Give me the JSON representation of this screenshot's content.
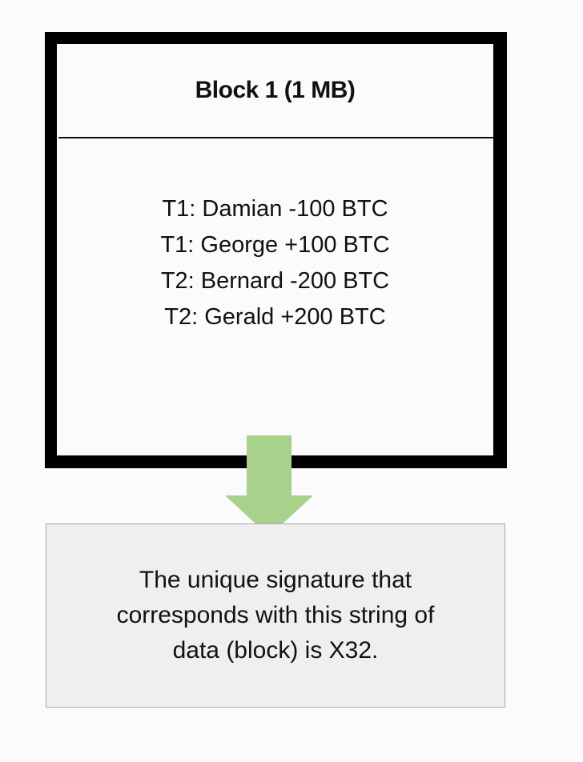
{
  "block": {
    "title": "Block 1 (1 MB)",
    "transactions": [
      "T1: Damian -100 BTC",
      "T1: George +100 BTC",
      "T2: Bernard -200 BTC",
      "T2: Gerald +200 BTC"
    ],
    "border_color": "#000000"
  },
  "arrow": {
    "icon": "down-arrow-icon",
    "color": "#a8d18c"
  },
  "signature_box": {
    "lines": [
      "The unique signature that",
      "corresponds with this string of",
      "data (block) is X32."
    ],
    "background": "#efeff1"
  }
}
